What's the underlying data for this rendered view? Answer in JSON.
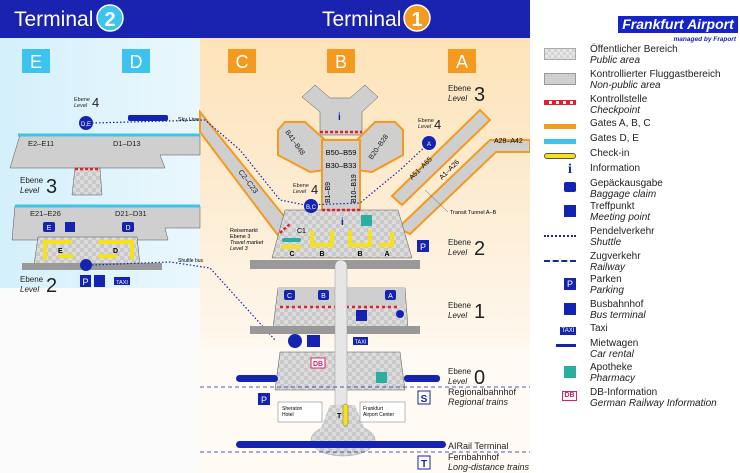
{
  "header": {
    "terminal2_label": "Terminal",
    "terminal2_number": "2",
    "terminal1_label": "Terminal",
    "terminal1_number": "1"
  },
  "colors": {
    "header_bg": "#1a22b0",
    "gates_abc": "#f39a1f",
    "gates_de": "#3cc4ee",
    "checkin": "#f5e21a",
    "checkpoint": "#e0202a",
    "icon_blue": "#1524b0",
    "pharmacy": "#2aaea0",
    "db": "#e0205a"
  },
  "sections": {
    "E": "E",
    "D": "D",
    "C": "C",
    "B": "B",
    "A": "A"
  },
  "levels": {
    "ebene": "Ebene",
    "level": "Level",
    "l4": "4",
    "l3": "3",
    "l2": "2",
    "l1": "1",
    "l0": "0"
  },
  "t2": {
    "de_shuttle": "D,E",
    "sky_line": "Sky Line",
    "gates_e_upper": "E2–E11",
    "gates_d_upper": "D1–D13",
    "gates_e_lower": "E21–E26",
    "gates_d_lower": "D21–D31",
    "checkin_e": "E",
    "checkin_d": "D",
    "baggage_e": "E",
    "baggage_d": "D",
    "shuttle_bus": "Shuttle bus",
    "taxi": "TAXI",
    "parking": "P"
  },
  "t1": {
    "b41": "B41–B48",
    "b20": "B20–B28",
    "b50": "B50–B59",
    "b30": "B30–B33",
    "b1": "B1–B9",
    "b10": "B10–B19",
    "c2": "C2–C23",
    "c1": "C1",
    "a51": "A51–A65",
    "a1": "A1–A26",
    "a28": "A28–A42",
    "bc_shuttle": "B,C",
    "a_shuttle": "A",
    "transit_tunnel": "Transit Tunnel A–B",
    "travel_market": [
      "Reisemarkt",
      "Ebene 3",
      "Travel market",
      "Level 3"
    ],
    "checkin_c": "C",
    "checkin_b1": "B",
    "checkin_b2": "B",
    "checkin_a": "A",
    "baggage_c": "C",
    "baggage_b": "B",
    "baggage_a": "A",
    "parking": "P",
    "taxi": "TAXI",
    "db": "DB",
    "sheraton": [
      "Sheraton",
      "Hotel"
    ],
    "fac": [
      "Frankfurt",
      "Airport Center"
    ],
    "tower": "T",
    "s_station": "S",
    "t_station": "T",
    "parking0": "P"
  },
  "stations": {
    "regional_de": "Regionalbahnhof",
    "regional_en": "Regional trains",
    "airrail": "AIRail Terminal",
    "fern_de": "Fernbahnhof",
    "fern_en": "Long-distance trains"
  },
  "legend": {
    "brand": "Frankfurt Airport",
    "brand_sub": "managed by Fraport",
    "items": [
      {
        "icon": "public-area-swatch",
        "de": "Öffentlicher Bereich",
        "en": "Public area"
      },
      {
        "icon": "non-public-area-swatch",
        "de": "Kontrollierter Fluggastbereich",
        "en": "Non-public area"
      },
      {
        "icon": "checkpoint-swatch",
        "de": "Kontrollstelle",
        "en": "Checkpoint"
      },
      {
        "icon": "gates-abc-swatch",
        "de": "Gates A, B, C",
        "en": ""
      },
      {
        "icon": "gates-de-swatch",
        "de": "Gates D, E",
        "en": ""
      },
      {
        "icon": "check-in-swatch",
        "de": "Check-in",
        "en": ""
      },
      {
        "icon": "information-icon",
        "de": "Information",
        "en": ""
      },
      {
        "icon": "baggage-claim-icon",
        "de": "Gepäckausgabe",
        "en": "Baggage claim"
      },
      {
        "icon": "meeting-point-icon",
        "de": "Treffpunkt",
        "en": "Meeting point"
      },
      {
        "icon": "shuttle-icon",
        "de": "Pendelverkehr",
        "en": "Shuttle"
      },
      {
        "icon": "railway-icon",
        "de": "Zugverkehr",
        "en": "Railway"
      },
      {
        "icon": "parking-icon",
        "de": "Parken",
        "en": "Parking"
      },
      {
        "icon": "bus-terminal-icon",
        "de": "Busbahnhof",
        "en": "Bus terminal"
      },
      {
        "icon": "taxi-icon",
        "de": "Taxi",
        "en": ""
      },
      {
        "icon": "car-rental-icon",
        "de": "Mietwagen",
        "en": "Car rental"
      },
      {
        "icon": "pharmacy-icon",
        "de": "Apotheke",
        "en": "Pharmacy"
      },
      {
        "icon": "db-information-icon",
        "de": "DB-Information",
        "en": "German Railway Information"
      }
    ],
    "info_glyph": "i",
    "taxi_glyph": "TAXI",
    "parking_glyph": "P",
    "db_glyph": "DB"
  }
}
